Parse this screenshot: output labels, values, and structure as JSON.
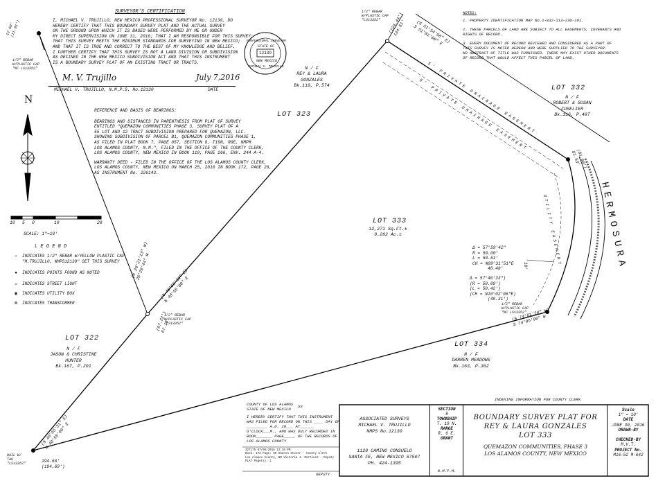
{
  "certification": {
    "title": "SURVEYOR'S CERTIFICATION",
    "lines": [
      "I, MICHAEL V. TRUJILLO, NEW MEXICO PROFESSIONAL SURVEYOR No. 12130, DO",
      "HEREBY CERTIFY THAT THIS BOUNDARY SURVEY PLAT AND THE ACTUAL SURVEY",
      "ON THE GROUND UPON WHICH IT IS BASED WERE PERFORMED BY ME OR UNDER",
      "MY DIRECT SUPERVISION ON JUNE 31, 2016; THAT I AM RESPONSIBLE FOR THIS SURVEY;",
      "THAT THIS SURVEY MEETS THE MINIMUM STANDARDS FOR SURVEYING IN NEW MEXICO;",
      "AND THAT IT IS TRUE AND CORRECT TO THE BEST OF MY KNOWLEDGE AND BELIEF.",
      "I FURTHER CERTIFY THAT THIS SURVEY IS NOT A LAND DIVISION OR SUBDIVISION",
      "AS DEFINED IN THE NEW MEXICO SUBDIVISION ACT AND THAT THIS INSTRUMENT",
      "IS A BOUNDARY SURVEY PLAT OF AN EXISTING TRACT OR TRACTS."
    ],
    "signer": "MICHAEL V. TRUJILLO, N.M.P.S. No.12130",
    "date_label": "DATE",
    "date_signed": "July 7,2016",
    "seal": {
      "top": "PROFESSIONAL SURVEYOR",
      "state": "STATE OF",
      "state2": "NEW MEXICO",
      "number": "12130",
      "bottom": "MICHAEL V. TRUJILLO"
    }
  },
  "reference": {
    "title": "REFERENCE AND BASIS OF BEARINGS:",
    "lines": [
      "BEARINGS AND DISTANCES IN PARENTHESIS FROM PLAT OF SURVEY",
      "ENTITLED \"QUEMAZON COMMUNITIES PHASE 3, SURVEY PLAT OF A",
      "55 LOT AND 12 TRACT SUBDIVISION PREPARED FOR QUEMAZON, LLC.",
      "SHOWING SUBDIVISION OF PARCEL B1, QUEMAZON COMMUNITIES PHASE 1,",
      "AS FILED IN PLAT BOOK 7, PAGE 057, SECTION 8, T19N, R6E, NMPM",
      "LOS ALAMOS COUNTY, N.M.\", FILED IN THE OFFICE OF THE COUNTY CLERK,",
      "LOS ALAMOS COUNTY, NEW MEXICO IN BOOK 110, PAGE 266, ENV. 244 A-4."
    ],
    "deed_lines": [
      "WARRANTY DEED - FILED IN THE OFFICE OF THE LOS ALAMOS COUNTY CLERK,",
      "LOS ALAMOS COUNTY, NEW MEXICO ON MARCH 25, 2016 IN BOOK 172, PAGE 28,",
      "AS INSTRUMENT No. 226143."
    ]
  },
  "notes": {
    "title": "NOTES:",
    "lines": [
      "1.  PROPERTY IDENTIFICATION MAP No.1-032-113-230-101.",
      "2.  THESE PARCELS OF LAND ARE SUBJECT TO ALL EASEMENTS, COVENANTS AND",
      "     RIGHTS OF RECORD.",
      "3.  EVERY DOCUMENT OF RECORD REVIEWED AND CONSIDERED AS A PART OF",
      "     THIS SURVEY IS NOTED HEREON AND WERE SUPPLIED TO THE SURVEYOR.",
      "     NO ABSTRACT OF TITLE WAS FURNISHED.  THERE MAY EXIST OTHER DOCUMENTS",
      "     OF RECORD THAT WOULD AFFECT THIS PARCEL OF LAND."
    ]
  },
  "north": {
    "letter": "N",
    "scale_ticks": [
      "10",
      "5",
      "0",
      "10",
      "20"
    ],
    "scale_label": "SCALE: 1\"=10'"
  },
  "legend": {
    "title": "L E G E N D",
    "items": [
      {
        "sym": "○",
        "label": "INDICATES 1/2\" REBAR W/YELLOW PLASTIC CAP"
      },
      {
        "sym": "",
        "label": "\"M.TRUJILLO, NMPS12130\" SET THIS SURVEY"
      },
      {
        "sym": "●",
        "label": "INDICATES POINTS FOUND AS NOTED"
      },
      {
        "sym": "☼",
        "label": "INDICATES STREET LIGHT"
      },
      {
        "sym": "▣",
        "label": "INDICATES UTILITY BOX"
      },
      {
        "sym": "⊠",
        "label": "INDICATES TRANSFORMER"
      }
    ]
  },
  "lots": {
    "lot323": "LOT 323",
    "lot333": "LOT 333",
    "lot333_area1": "12,271 Sq.Ft.±",
    "lot333_area2": "0.282 Ac.±",
    "lot332": "LOT 332",
    "lot322": "LOT 322",
    "lot334": "LOT 334"
  },
  "owners": {
    "gonzales": [
      "N / F",
      "REY & LAURA",
      "GONZALES",
      "Bk.119, P.574"
    ],
    "fuselier": [
      "N / F",
      "ROBERT & SUSAN",
      "FUSELIER",
      "Bk.116, P.487"
    ],
    "hunter": [
      "N / F",
      "JASON & CHRISTINE",
      "HUNTER",
      "Bk.167, P.201"
    ],
    "meadows": [
      "N / F",
      "DARREN MEADOWS",
      "Bk.163, P.362"
    ]
  },
  "callouts": {
    "rebar_top_left": [
      "1/2\" REBAR",
      "W/PLASTIC CAP",
      "\"NC LS13352\""
    ],
    "rebar_top": [
      "1/2\" REBAR",
      "W/PLASTIC CAP",
      "\"LS13352\""
    ],
    "rebar_mid": [
      "1/2\" REBAR",
      "W/PLASTIC CAP",
      "\"LS13352\""
    ],
    "rebar_right": [
      "1/2\" REBAR",
      "W/PLASTIC CAP",
      "\"NC LS13352\""
    ],
    "nail": [
      "NAIL W/",
      "TAG",
      "\"LS13352\""
    ],
    "top_dist": [
      "12.60'",
      "(11.91')"
    ],
    "curve1": [
      "Δ = 57°59'42\"",
      "R = 50.00'",
      "L = 50.61'",
      "CH = N09°31'51\"E",
      "48.48'"
    ],
    "curve2": [
      "Δ = 57°46'33\")",
      "(R = 50.00')",
      "(L = 50.42')",
      "(CH = N10°02'06\"E)",
      "(48.31')"
    ],
    "left_bearing": [
      "(N 26°21'13\" W)",
      "26°20'44\" W"
    ],
    "left_dist": [
      "(67.23')",
      "67.18'"
    ],
    "mid_bearing": [
      "(N 40°55'31\" E)",
      "N 40°55'00\" E"
    ],
    "bottom_dist": [
      "194.68'",
      "(194.69')"
    ],
    "bl_bearing": [
      "(N 40°55'31\" E)",
      "N 40°55'00\" E"
    ],
    "tr_bearing": [
      "(S 51°54'58\" E)",
      "S 51°01'00\" E"
    ],
    "tr_dist": [
      "(134.44')",
      "134.51'"
    ],
    "r_dist": [
      "(81.60')",
      "81.53'"
    ],
    "se_bearing": [
      "(S 74°01'20\" W)",
      "S 74°05'00\" W"
    ],
    "easement_top": "5' PRIVATE DRAINAGE EASEMENT",
    "easement_bot": "5' PRIVATE DRAINAGE EASEMENT",
    "utility": "UTILITY EASEMENT",
    "ten": "10'",
    "street": "HERMOSURA"
  },
  "recording": {
    "county": [
      "COUNTY OF LOS ALAMOS",
      "STATE OF NEW MEXICO"
    ],
    "ss": "SS",
    "lines": [
      "I HEREBY CERTIFY THAT THIS INSTRUMENT",
      "WAS FILED FOR RECORD ON THIS ____ DAY OF",
      "_________ A.D. 20___ AT______",
      "O'CLOCK___M., AND WAS DULY RECORDED IN",
      "BOOK_______ PAGE_____ OF THE RECORDS OF",
      "LOS ALAMOS COUNTY"
    ],
    "stamp": [
      "227175     07/06/2016     12:19 PM",
      "Book: 173  Page: 60      Sharon Stover - County Clerk",
      "Los Alamos County, NM    Victoria J. Martinez - Deputy",
      "PLAT                              Page(s): 1"
    ],
    "deputy": "DEPUTY",
    "indexing": "INDEXING INFORMATION FOR COUNTY CLERK"
  },
  "title_block": {
    "firm": [
      "ASSOCIATED SURVEYS",
      "MICHAEL V. TRUJILLO",
      "NMPS No.12130"
    ],
    "address": [
      "1120 CAMINO CONSUELO",
      "SANTA FE, NEW MEXICO 87507",
      "PH. 424-1395"
    ],
    "section_label": "SECTION",
    "section": "8",
    "township_label": "TOWNSHIP",
    "township": "T. 19 N.",
    "range_label": "RANGE",
    "range": "R. 6 E.",
    "grant_label": "GRANT",
    "nmpm": "N.M.P.M.",
    "title": [
      "BOUNDARY SURVEY PLAT FOR",
      "REY & LAURA GONZALES",
      "LOT 333"
    ],
    "subtitle": [
      "QUEMAZON COMMUNITIES, PHASE 3",
      "LOS ALAMOS COUNTY, NEW MEXICO"
    ],
    "scale_label": "Scale",
    "scale": "1\" = 10'",
    "date_label": "DATE",
    "date": "JUNE 30, 2016",
    "drawn_label": "DRAWN-BY",
    "checked_label": "CHECKED-BY",
    "checked": "M.V.T.",
    "project_label": "PROJECT No.",
    "project": "M16-52 M-642"
  }
}
